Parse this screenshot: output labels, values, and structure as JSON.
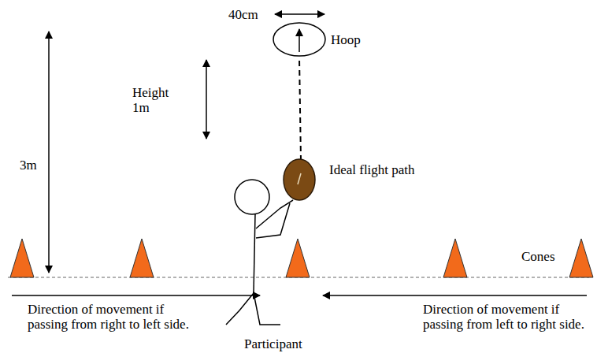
{
  "diagram": {
    "labels": [
      "40cm",
      "Hoop",
      "Height 1m",
      "3m",
      "Ideal flight path",
      "Cones",
      "Direction of movement if passing from right to left side.",
      "Participant",
      "Direction of movement if passing from left to right side."
    ]
  }
}
